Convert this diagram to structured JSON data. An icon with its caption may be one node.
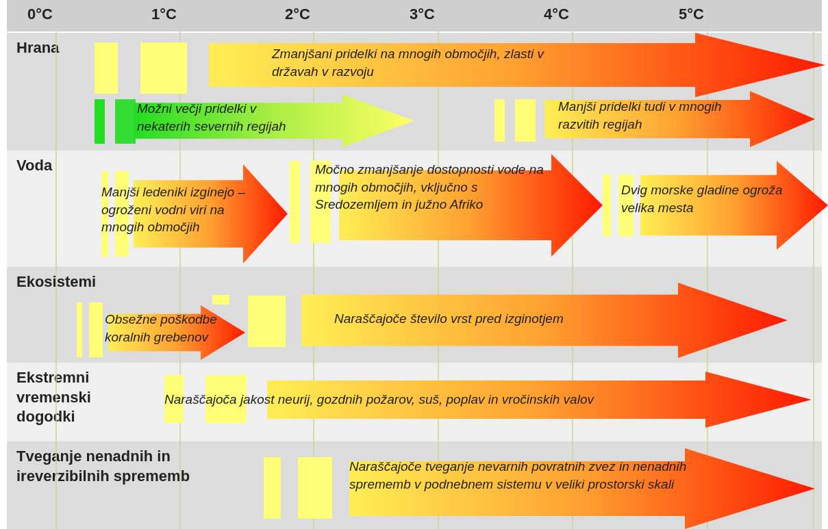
{
  "diagram": {
    "nodes": [
      {
        "text": [
          "Hrana"
        ]
      },
      {
        "text": [
          "Zmanjšani pridelki na mnogih območjih, zlasti v državah v razvoju"
        ],
        "in": 0
      },
      {
        "text": [
          "Možni večji pridelki v nekaterih severnih regijah"
        ],
        "in": 0
      },
      {
        "text": [
          "Manjši pridelki tudi v mnogih razvitih regijah"
        ],
        "in": 0
      },
      {
        "text": [
          "Voda"
        ]
      },
      {
        "text": [
          "Manjši ledeniki izginejo – ogroženi vodni viri na mnogih območjih"
        ],
        "in": 4
      },
      {
        "text": [
          "Močno zmanjšanje dostopnosti vode na mnogih območjih, vključno s Sredozemljem in južno Afriko"
        ],
        "in": 4
      },
      {
        "text": [
          "Dvig morske gladine ogroža velika mesta"
        ],
        "in": 4
      },
      {
        "text": [
          "Ekosistemi"
        ]
      },
      {
        "text": [
          "Obsežne poškodbe koralnih grebenov"
        ],
        "in": 8
      },
      {
        "text": [
          "Naraščajoče število vrst pred izginotjem"
        ],
        "in": 8
      },
      {
        "text": [
          "Ekstremni vremenski dogodki"
        ]
      },
      {
        "text": [
          "Naraščajoča jakost neurij, gozdnih požarov, suš, poplav in vročinskih valov"
        ],
        "in": 11
      },
      {
        "text": [
          "Tveganje nenadnih in ireverzibilnih sprememb"
        ]
      },
      {
        "text": [
          "Naraščajoče tveganje nevarnih povratnih zvez in nenadnih sprememb v podnebnem sistemu v veliki prostorski skali"
        ],
        "in": 13
      },
      {
        "text": [],
        "shape": "bar",
        "in": 0
      },
      {
        "text": [],
        "shape": "bar",
        "in": 0
      },
      {
        "text": [],
        "shape": "bar",
        "in": 0
      },
      {
        "text": [],
        "shape": "bar",
        "in": 0
      },
      {
        "text": [],
        "shape": "bar",
        "in": 0
      },
      {
        "text": [],
        "shape": "bar",
        "in": 0
      },
      {
        "text": [],
        "shape": "bar",
        "in": 4
      },
      {
        "text": [],
        "shape": "bar",
        "in": 4
      },
      {
        "text": [],
        "shape": "bar",
        "in": 4
      },
      {
        "text": [],
        "shape": "bar",
        "in": 4
      },
      {
        "text": [],
        "shape": "bar",
        "in": 4
      },
      {
        "text": [],
        "shape": "bar",
        "in": 4
      },
      {
        "text": [],
        "shape": "bar",
        "in": 8
      },
      {
        "text": [],
        "shape": "bar",
        "in": 8
      },
      {
        "text": [],
        "shape": "bar",
        "in": 8
      },
      {
        "text": [],
        "shape": "bar",
        "in": 8
      },
      {
        "text": [],
        "shape": "bar",
        "in": 11
      },
      {
        "text": [],
        "shape": "bar",
        "in": 11
      },
      {
        "text": [],
        "shape": "bar",
        "in": 13
      },
      {
        "text": [],
        "shape": "bar",
        "in": 13
      }
    ],
    "labels": [
      "0°C",
      "1°C",
      "2°C",
      "3°C",
      "4°C",
      "5°C"
    ]
  }
}
